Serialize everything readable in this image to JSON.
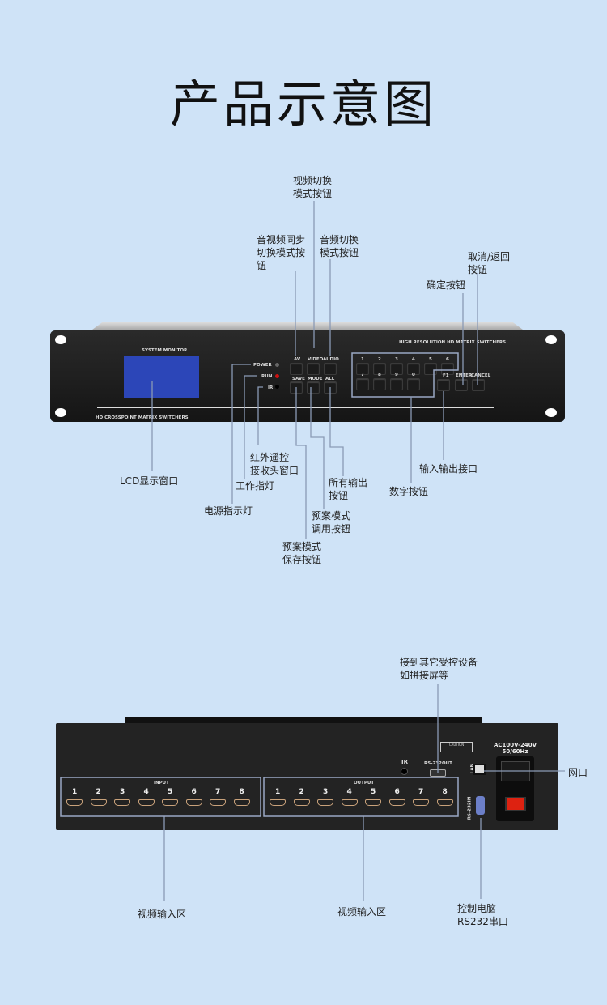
{
  "title": "产品示意图",
  "front": {
    "system_monitor": "SYSTEM MONITOR",
    "brand_top": "HIGH RESOLUTION HD MATRIX SWITCHERS",
    "brand_bottom": "HD CROSSPOINT MATRIX SWITCHERS",
    "indicators": [
      "POWER",
      "RUN",
      "IR"
    ],
    "mode_buttons": [
      "AV",
      "VIDEO",
      "AUDIO",
      "SAVE",
      "MODE",
      "ALL"
    ],
    "digit_buttons": [
      "1",
      "2",
      "3",
      "4",
      "5",
      "6",
      "7",
      "8",
      "9",
      "0"
    ],
    "func_buttons": [
      "F1",
      "ENTER",
      "CANCEL"
    ],
    "callouts": {
      "video_mode": "视频切换\n模式按钮",
      "av_mode": "音视频同步\n切换模式按\n钮",
      "audio_mode": "音频切换\n模式按钮",
      "cancel": "取消/返回\n按钮",
      "enter": "确定按钮",
      "lcd": "LCD显示窗口",
      "ir": "红外遥控\n接收头窗口",
      "run": "工作指灯",
      "power": "电源指示灯",
      "all": "所有输出\n按钮",
      "mode": "预案模式\n调用按钮",
      "save": "预案模式\n保存按钮",
      "digits": "数字按钮",
      "f1": "输入输出接口"
    }
  },
  "back": {
    "input_label": "INPUT",
    "output_label": "OUTPUT",
    "ports": [
      "1",
      "2",
      "3",
      "4",
      "5",
      "6",
      "7",
      "8"
    ],
    "ir": "IR",
    "rs232out": "RS-232OUT",
    "rs232in": "RS-232IN",
    "lan": "LAN",
    "caution": "CAUTION",
    "power_spec": "AC100V-240V\n50/60Hz",
    "callouts": {
      "rs232out": "接到其它受控设备\n如拼接屏等",
      "lan": "网口",
      "input": "视频输入区",
      "output": "视频输入区",
      "rs232in": "控制电脑\nRS232串口"
    }
  }
}
